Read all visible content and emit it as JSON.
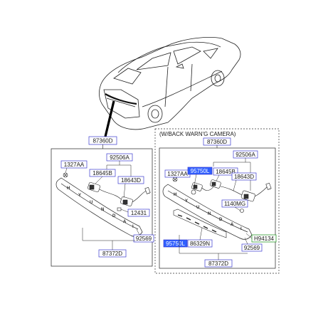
{
  "callouts": {
    "car_ref": "87360D",
    "left_p1": "1327AA",
    "left_p2": "92506A",
    "left_p3": "18645B",
    "left_p4": "18643D",
    "left_p5": "12431",
    "left_p6": "92569",
    "left_p7": "87372D",
    "right_title": "(W/BACK WARN'G CAMERA)",
    "right_ref": "87360D",
    "right_p1": "1327AA",
    "right_p2": "95750L",
    "right_p3": "92506A",
    "right_p4": "18645B",
    "right_p5": "18643D",
    "right_p6": "1140MG",
    "right_p7": "H94134",
    "right_p8": "95750L",
    "right_p9": "86329N",
    "right_p10": "92569",
    "right_p11": "87372D"
  },
  "emblem_letters": [
    "H",
    "Y",
    "U",
    "N",
    "D",
    "A",
    "I"
  ],
  "emblem_letters_right": [
    "H",
    "Y",
    "U",
    "N",
    "D",
    "A",
    "I"
  ],
  "colors": {
    "callout_border": "#3a3ad0",
    "highlight_fill": "#2f5fff",
    "highlight_text": "#ffffff",
    "green_border": "#2e9a2e",
    "line": "#222222"
  }
}
